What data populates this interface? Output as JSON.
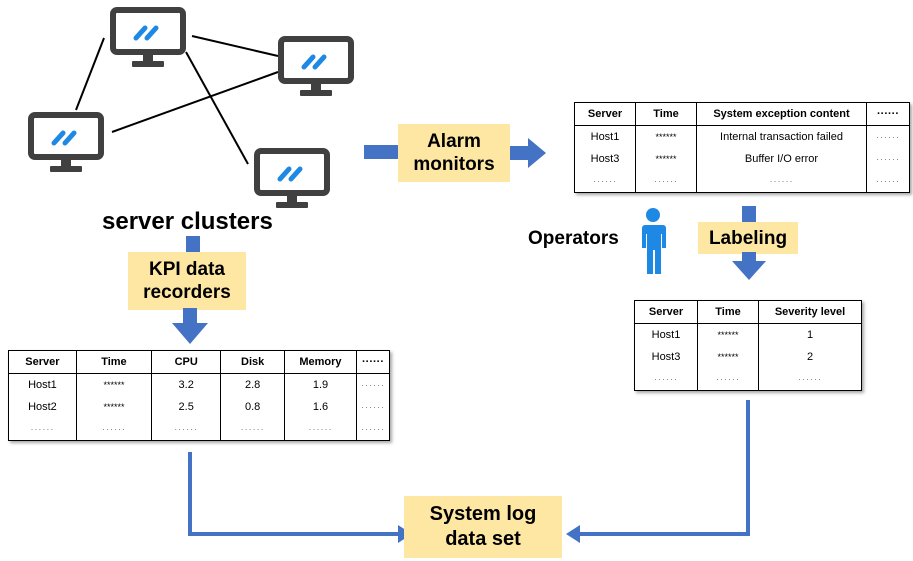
{
  "captions": {
    "clusters": "server clusters",
    "operators": "Operators"
  },
  "labels": {
    "alarm": [
      "Alarm",
      "monitors"
    ],
    "kpi": [
      "KPI data",
      "recorders"
    ],
    "labeling": "Labeling",
    "dataset": [
      "System log",
      "data set"
    ]
  },
  "exception_table": {
    "headers": [
      "Server",
      "Time",
      "System exception content",
      "······"
    ],
    "rows": [
      [
        "Host1",
        "******",
        "Internal transaction failed",
        "······"
      ],
      [
        "Host3",
        "******",
        "Buffer I/O error",
        "······"
      ],
      [
        "······",
        "······",
        "······",
        "······"
      ]
    ]
  },
  "severity_table": {
    "headers": [
      "Server",
      "Time",
      "Severity level"
    ],
    "rows": [
      [
        "Host1",
        "******",
        "1"
      ],
      [
        "Host3",
        "******",
        "2"
      ],
      [
        "······",
        "······",
        "······"
      ]
    ]
  },
  "kpi_table": {
    "headers": [
      "Server",
      "Time",
      "CPU",
      "Disk",
      "Memory",
      "······"
    ],
    "rows": [
      [
        "Host1",
        "******",
        "3.2",
        "2.8",
        "1.9",
        "······"
      ],
      [
        "Host2",
        "******",
        "2.5",
        "0.8",
        "1.6",
        "······"
      ],
      [
        "······",
        "······",
        "······",
        "······",
        "······",
        "······"
      ]
    ]
  },
  "colors": {
    "arrow": "#4472c4",
    "label_fill": "#fde7a3",
    "monitor_frame": "#404040",
    "monitor_accent": "#1e88e5",
    "person": "#1e88e5"
  }
}
